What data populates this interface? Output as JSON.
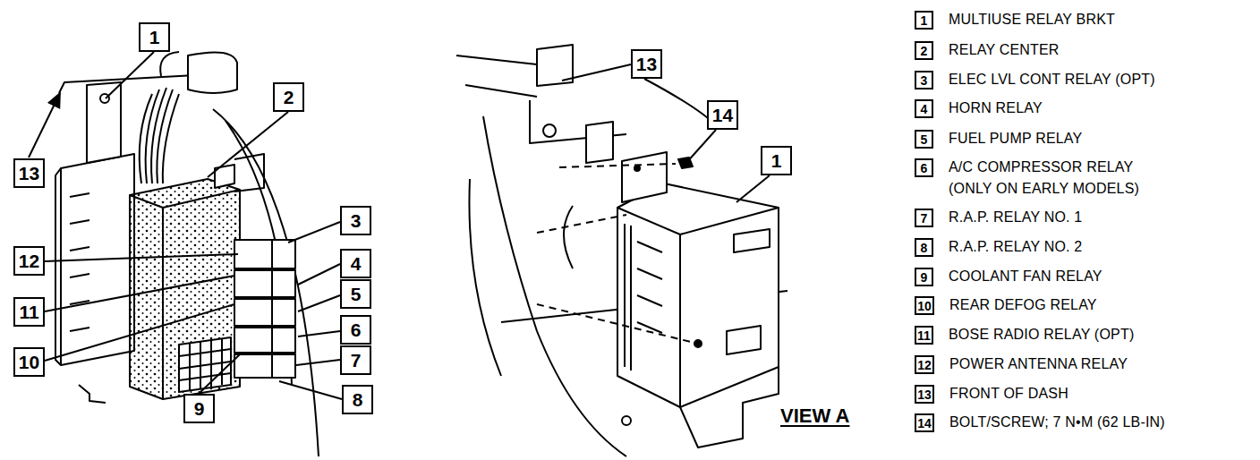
{
  "diagram": {
    "nodes": [
      {
        "text": [
          "1"
        ]
      },
      {
        "text": [
          "13"
        ]
      },
      {
        "text": [
          "2"
        ]
      },
      {
        "text": [
          "3"
        ]
      },
      {
        "text": [
          "12"
        ]
      },
      {
        "text": [
          "4"
        ]
      },
      {
        "text": [
          "11"
        ]
      },
      {
        "text": [
          "5"
        ]
      },
      {
        "text": [
          "10"
        ]
      },
      {
        "text": [
          "6"
        ]
      },
      {
        "text": [
          "9"
        ]
      },
      {
        "text": [
          "7"
        ]
      },
      {
        "text": [
          "8"
        ]
      },
      {
        "text": [
          "13"
        ]
      },
      {
        "text": [
          "14"
        ]
      },
      {
        "text": [
          "1"
        ]
      },
      {
        "text": [
          "1",
          "MULTIUSE RELAY BRKT"
        ]
      },
      {
        "text": [
          "2",
          "RELAY CENTER"
        ]
      },
      {
        "text": [
          "3",
          "ELEC LVL CONT RELAY (OPT)"
        ]
      },
      {
        "text": [
          "4",
          "HORN RELAY"
        ]
      },
      {
        "text": [
          "5",
          "FUEL PUMP RELAY"
        ]
      },
      {
        "text": [
          "6",
          "A/C COMPRESSOR RELAY (ONLY ON EARLY MODELS)"
        ]
      },
      {
        "text": [
          "7",
          "R.A.P. RELAY NO. 1"
        ]
      },
      {
        "text": [
          "8",
          "R.A.P. RELAY NO. 2"
        ]
      },
      {
        "text": [
          "9",
          "COOLANT FAN RELAY"
        ]
      },
      {
        "text": [
          "10",
          "REAR DEFOG RELAY"
        ]
      },
      {
        "text": [
          "11",
          "BOSE RADIO RELAY (OPT)"
        ]
      },
      {
        "text": [
          "12",
          "POWER ANTENNA RELAY"
        ]
      },
      {
        "text": [
          "13",
          "FRONT OF DASH"
        ]
      },
      {
        "text": [
          "14",
          "BOLT/SCREW; 7 N•M (62 LB-IN)"
        ]
      }
    ],
    "labels": [
      "VIEW A"
    ]
  }
}
